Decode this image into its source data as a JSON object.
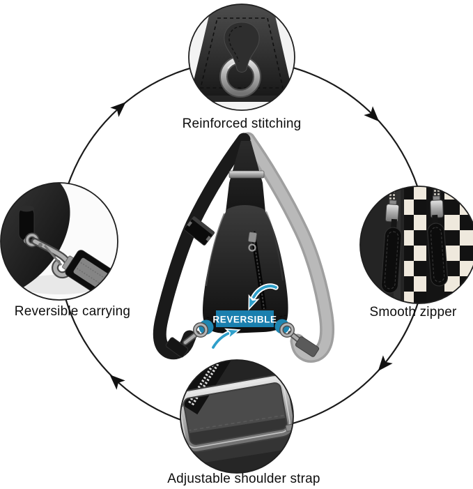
{
  "figure": {
    "kind": "product-feature-cycle",
    "background_color": "#ffffff",
    "line_color": "#1a1a1a",
    "accent_blue": "#1e86b2",
    "arrow_blue": "#2f9fca",
    "cycle": {
      "direction": "clockwise",
      "arrow_count": 4
    }
  },
  "center": {
    "label": "REVERSIBLE",
    "label_bg": "#1a7fae",
    "label_text_color": "#ffffff",
    "straps": {
      "left_strap_color": "#1a1a1a",
      "right_strap_color": "#b5b5b5"
    }
  },
  "callouts": [
    {
      "id": "reinforced-stitching",
      "position": "top",
      "caption": "Reinforced stitching"
    },
    {
      "id": "smooth-zipper",
      "position": "right",
      "caption": "Smooth zipper"
    },
    {
      "id": "reversible-carrying",
      "position": "left",
      "caption": "Reversible carrying"
    },
    {
      "id": "adjustable-shoulder-strap",
      "position": "bottom",
      "caption": "Adjustable shoulder strap"
    }
  ]
}
